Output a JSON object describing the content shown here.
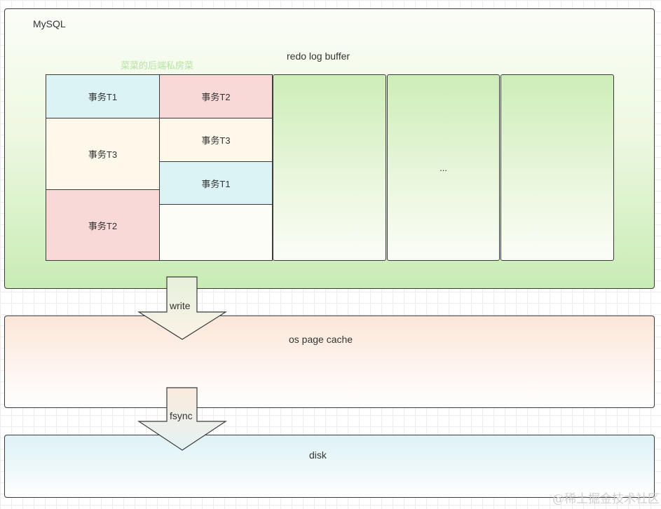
{
  "mysql": {
    "title": "MySQL",
    "buffer_title": "redo log buffer",
    "watermark": "菜菜的后端私房菜",
    "columns": [
      {
        "cells": [
          {
            "label": "事务T1",
            "color": "cyan"
          },
          {
            "label": "事务T3",
            "color": "cream"
          },
          {
            "label": "事务T2",
            "color": "pink"
          }
        ]
      },
      {
        "cells": [
          {
            "label": "事务T2",
            "color": "pink"
          },
          {
            "label": "事务T3",
            "color": "cream"
          },
          {
            "label": "事务T1",
            "color": "cyan"
          },
          {
            "label": "",
            "color": "empty"
          }
        ]
      }
    ],
    "blocks": [
      {
        "label": ""
      },
      {
        "label": "..."
      },
      {
        "label": ""
      }
    ]
  },
  "arrows": {
    "write_label": "write",
    "fsync_label": "fsync"
  },
  "page_cache": {
    "title": "os page cache"
  },
  "disk": {
    "title": "disk"
  },
  "footer": {
    "watermark": "@稀土掘金技术社区"
  },
  "colors": {
    "cyan": "#dbf3f5",
    "pink": "#f9d9d8",
    "cream": "#fdf8ea",
    "mysql_green": "#c8ecb4",
    "page_cache_peach": "#fbe6d8",
    "disk_blue": "#dff2f5"
  }
}
